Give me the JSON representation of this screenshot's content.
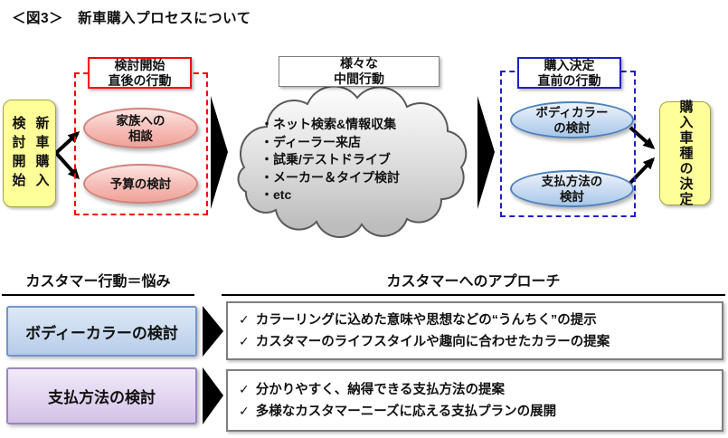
{
  "title": "＜図3＞　新車購入プロセスについて",
  "flow": {
    "start_box": "新車購入\n検討開始",
    "end_box": "購入車種の決定",
    "stage1": {
      "label": "検討開始\n直後の行動",
      "items": [
        "家族への\n相談",
        "予算の検討"
      ]
    },
    "stage2": {
      "label": "様々な\n中間行動",
      "items": [
        "・ネット検索&情報収集",
        "・ディーラー来店",
        "・試乗/テストドライブ",
        "・メーカー＆タイプ検討",
        "・etc"
      ]
    },
    "stage3": {
      "label": "購入決定\n直前の行動",
      "items": [
        "ボディカラー\nの検討",
        "支払方法の\n検討"
      ]
    }
  },
  "bottom": {
    "left_header": "カスタマー行動＝悩み",
    "right_header": "カスタマーへのアプローチ",
    "check_glyph": "✓",
    "rows": [
      {
        "topic": "ボディーカラーの検討",
        "points": [
          "カラーリングに込めた意味や思想などの“うんちく”の提示",
          "カスタマーのライフスタイルや趣向に合わせたカラーの提案"
        ]
      },
      {
        "topic": "支払方法の検討",
        "points": [
          "分かりやすく、納得できる支払方法の提案",
          "多様なカスタマーニーズに応える支払プランの展開"
        ]
      }
    ]
  },
  "colors": {
    "frame_start": "#FF0000",
    "frame_end": "#1F1FC8",
    "milestone_fill": "#FFFF99",
    "action_pink": "#EFA39B",
    "action_blue": "#A9C7E8",
    "arrow": "#000000"
  }
}
